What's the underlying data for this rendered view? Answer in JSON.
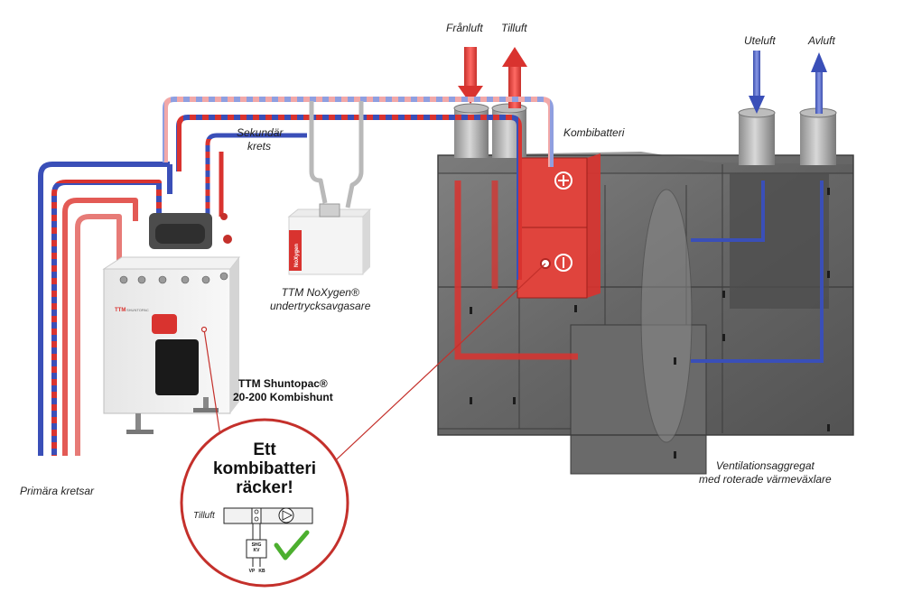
{
  "labels": {
    "franluft": "Frånluft",
    "tilluft": "Tilluft",
    "uteluft": "Uteluft",
    "avluft": "Avluft",
    "sekundar_line1": "Sekundär",
    "sekundar_line2": "krets",
    "kombibatteri": "Kombibatteri",
    "noxygen_line1": "TTM NoXygen®",
    "noxygen_line2": "undertrycksavgasare",
    "shuntopac_line1": "TTM Shuntopac®",
    "shuntopac_line2": "20-200 Kombishunt",
    "primara": "Primära kretsar",
    "ventilation_line1": "Ventilationsaggregat",
    "ventilation_line2": "med roterade värmeväxlare"
  },
  "callout": {
    "title_line1": "Ett",
    "title_line2": "kombibatteri",
    "title_line3": "räcker!",
    "tilluft": "Tilluft",
    "box_line1": "SHG",
    "box_line2": "KV",
    "vp": "VP",
    "kb": "KB"
  },
  "device_text": {
    "ttm_logo": "TTM",
    "shuntopac_brand": "SHUNTOPAC",
    "noxygen_brand": "NoXygen"
  },
  "colors": {
    "hot": "#d9332f",
    "cold": "#3a4fb8",
    "light_hot": "#f0a0a0",
    "unit_grey": "#6e6e6e",
    "check": "#4caf2f"
  }
}
